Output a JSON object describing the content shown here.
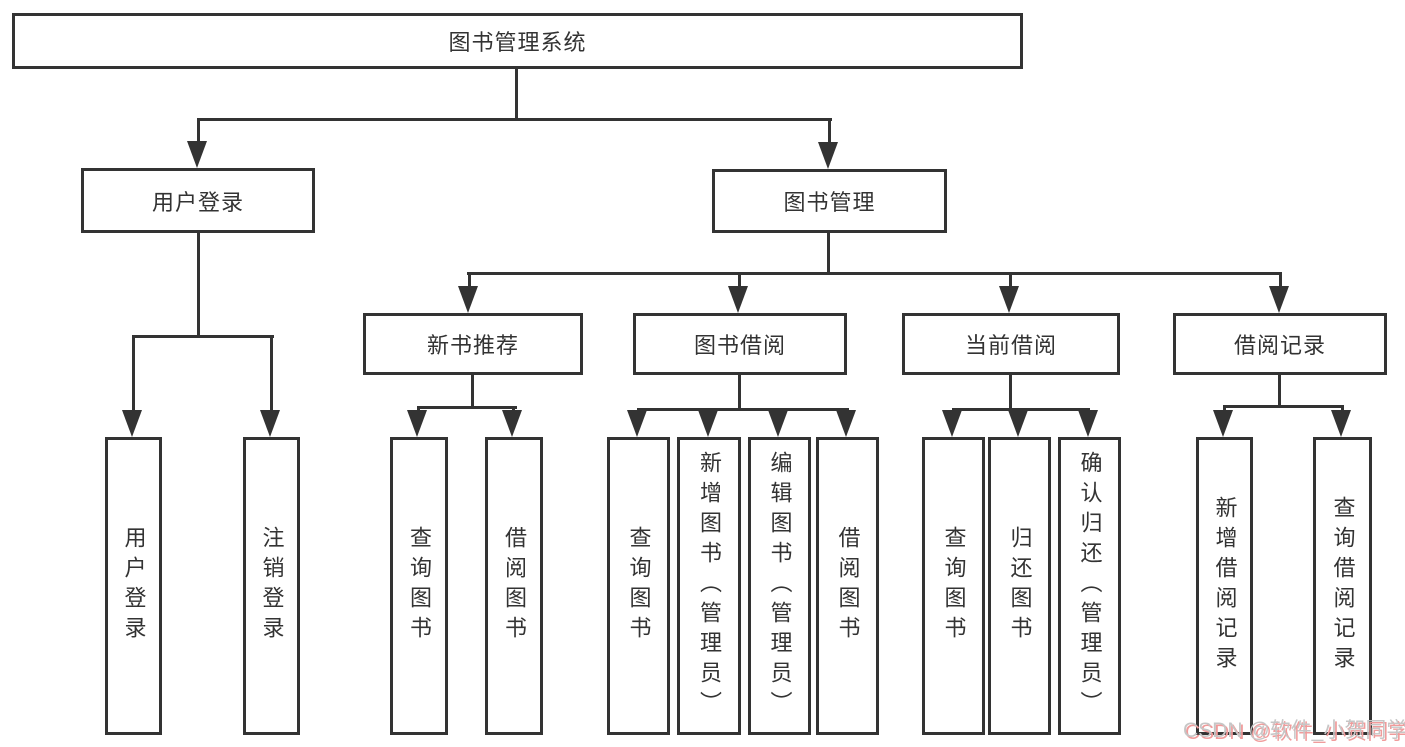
{
  "tree": {
    "root": "图书管理系统",
    "level2": [
      "用户登录",
      "图书管理"
    ],
    "level3": [
      "新书推荐",
      "图书借阅",
      "当前借阅",
      "借阅记录"
    ],
    "groups": [
      {
        "parent": "用户登录",
        "children": [
          "用户登录",
          "注销登录"
        ]
      },
      {
        "parent": "新书推荐",
        "children": [
          "查询图书",
          "借阅图书"
        ]
      },
      {
        "parent": "图书借阅",
        "children": [
          "查询图书",
          "新增图书（管理员）",
          "编辑图书（管理员）",
          "借阅图书"
        ]
      },
      {
        "parent": "当前借阅",
        "children": [
          "查询图书",
          "归还图书",
          "确认归还（管理员）"
        ]
      },
      {
        "parent": "借阅记录",
        "children": [
          "新增借阅记录",
          "查询借阅记录"
        ]
      }
    ]
  },
  "watermark": {
    "text": "CSDN @软件_小贺同学",
    "accent_color": "#f09b9b"
  },
  "style": {
    "line_color": "#333333",
    "text_color": "#333333",
    "background": "#ffffff"
  }
}
